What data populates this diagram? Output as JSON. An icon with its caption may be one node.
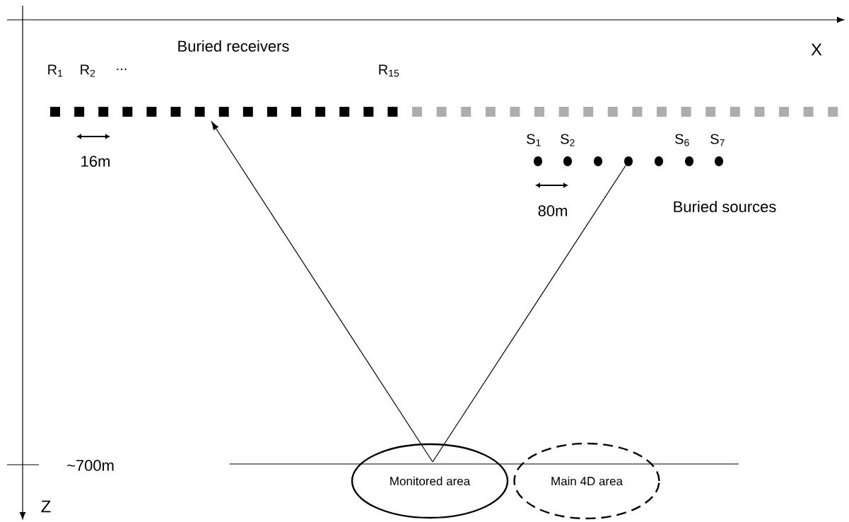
{
  "diagram": {
    "nodes": [
      {
        "text": [
          "Monitored area"
        ]
      },
      {
        "text": [
          "Main 4D area"
        ]
      },
      {
        "text": [],
        "shape": "circle"
      }
    ],
    "edges": [
      {
        "from": 2,
        "to": 0,
        "arrow": "none"
      },
      {
        "from": 0,
        "to": null,
        "arrow": "to"
      }
    ],
    "labels": [
      "Buried receivers",
      "X",
      "R$_{1}$",
      "R$_{2}$",
      "...",
      "R$_{15}$",
      "16m",
      "S$_{1}$",
      "S$_{2}$",
      "S$_{6}$",
      "S$_{7}$",
      "80m",
      "Buried sources",
      "~700m",
      "Z"
    ]
  }
}
